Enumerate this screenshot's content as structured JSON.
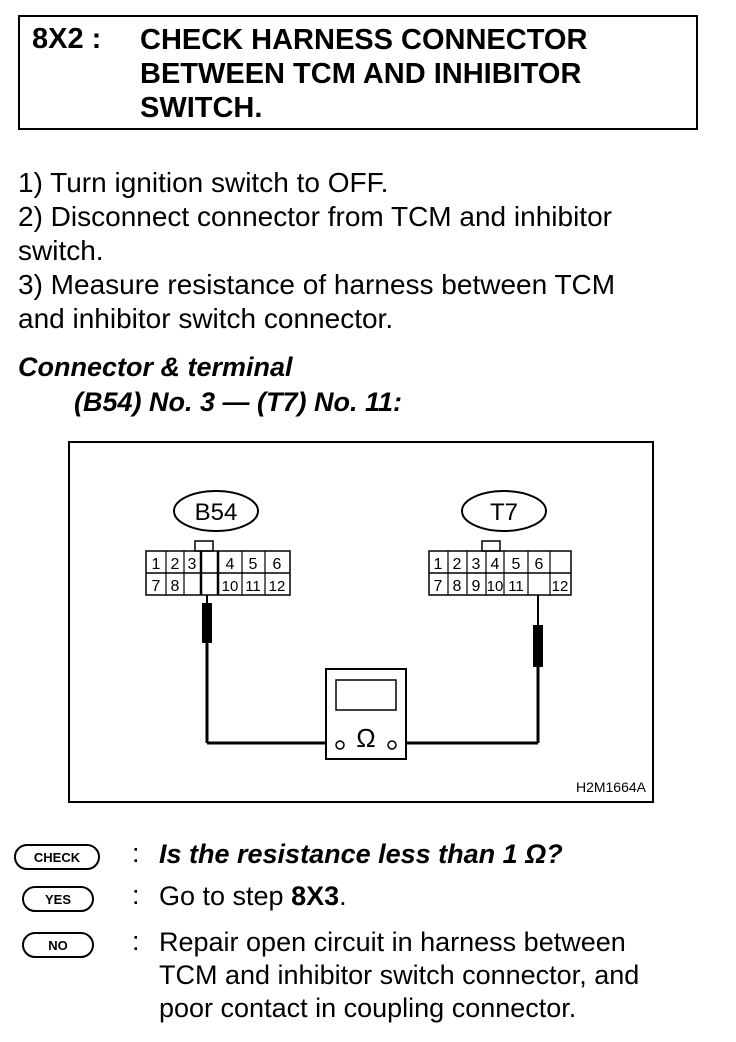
{
  "header": {
    "step_id": "8X2 :",
    "title": "CHECK HARNESS CONNECTOR\nBETWEEN TCM AND INHIBITOR\nSWITCH."
  },
  "instructions": [
    "1)  Turn ignition switch to OFF.",
    "2)  Disconnect connector from TCM and inhibitor",
    "switch.",
    "3)  Measure resistance of harness between TCM",
    "and inhibitor switch connector."
  ],
  "connector": {
    "title": "Connector & terminal",
    "terminals": "(B54) No. 3 — (T7) No. 11:"
  },
  "diagram": {
    "left_connector": {
      "label": "B54",
      "top_row": [
        "1",
        "2",
        "3",
        "4",
        "5",
        "6"
      ],
      "bottom_row": [
        "7",
        "8",
        "",
        "10",
        "11",
        "12"
      ]
    },
    "right_connector": {
      "label": "T7",
      "top_row": [
        "1",
        "2",
        "3",
        "4",
        "5",
        "6"
      ],
      "bottom_row": [
        "7",
        "8",
        "9",
        "10",
        "11",
        "12"
      ]
    },
    "meter_symbol": "Ω",
    "figure_code": "H2M1664A"
  },
  "qa": {
    "check": {
      "badge": "CHECK",
      "text": "Is the resistance less than 1 Ω?"
    },
    "yes": {
      "badge": "YES",
      "text_prefix": "Go to step ",
      "text_step": "8X3",
      "text_suffix": "."
    },
    "no": {
      "badge": "NO",
      "line1": "Repair open circuit in harness between",
      "line2": "TCM and inhibitor switch connector, and",
      "line3": "poor contact in coupling connector."
    }
  }
}
